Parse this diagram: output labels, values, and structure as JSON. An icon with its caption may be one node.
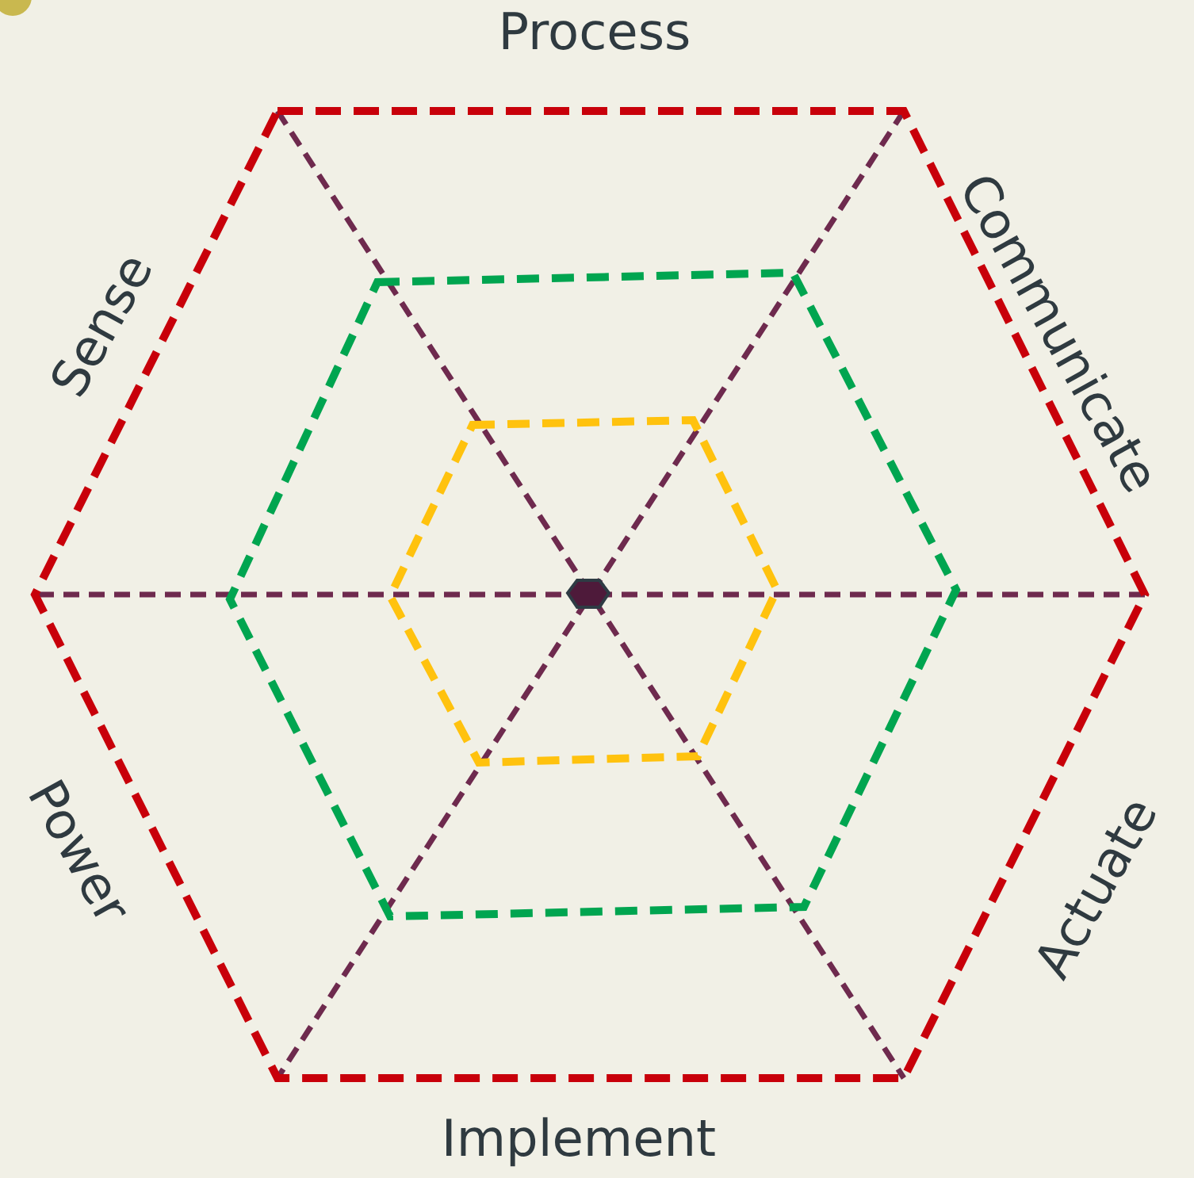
{
  "diagram": {
    "labels": [
      "Process",
      "Communicate",
      "Sense",
      "Power",
      "Actuate",
      "Implement"
    ]
  }
}
